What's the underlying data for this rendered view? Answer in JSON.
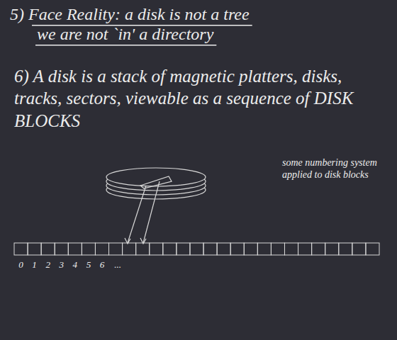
{
  "diagram": {
    "labels": [
      "5) Face Reality: a disk is not a tree",
      "we are not `in' a directory",
      "6) A disk is a stack of magnetic platters, disks, tracks, sectors, viewable as a sequence of DISK BLOCKS",
      "some numbering system applied to disk blocks",
      "0",
      "1",
      "2",
      "3",
      "4",
      "5",
      "6",
      "..."
    ]
  }
}
